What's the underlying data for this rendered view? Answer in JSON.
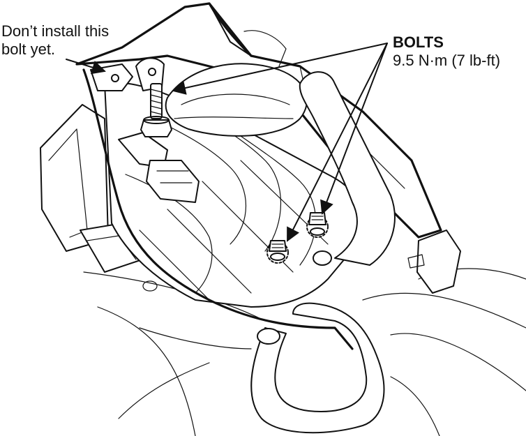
{
  "callouts": {
    "left": {
      "line1": "Don’t install this",
      "line2": "bolt yet."
    },
    "right": {
      "title": "BOLTS",
      "torque": "9.5 N·m (7 lb-ft)"
    }
  },
  "colors": {
    "ink": "#111111",
    "paper": "#ffffff"
  }
}
